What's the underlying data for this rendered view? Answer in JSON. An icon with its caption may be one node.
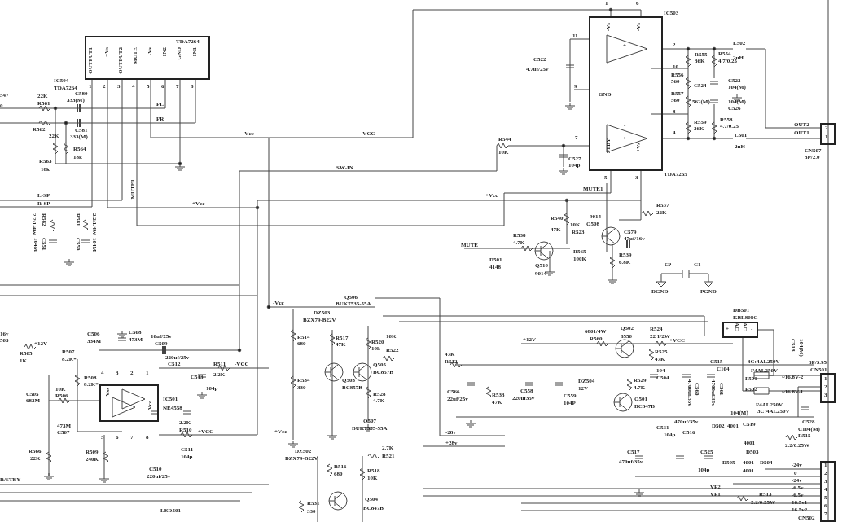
{
  "diagram": {
    "nodes": [
      {
        "text": [
          "TDA7264",
          "OUTPUT1",
          "+Vs",
          "OUTPUT2",
          "MUTE",
          "-Vs",
          "IN2",
          "GND",
          "IN1"
        ],
        "beside": [
          "IC504",
          "TDA7264"
        ]
      },
      {
        "text": [
          "-Vs",
          "-Vs",
          "GND",
          "STBY",
          "+Vs"
        ],
        "beside": [
          "IC503",
          "TDA7265"
        ]
      },
      {
        "text": [
          "2",
          "1"
        ],
        "beside": [
          "CN507",
          "3P/2.0"
        ]
      },
      {
        "text": [
          "Vss",
          "Vcc"
        ],
        "beside": [
          "IC501",
          "NE4558"
        ]
      },
      {
        "text": [
          "+",
          "AC",
          "AC",
          "-"
        ],
        "beside": [
          "DB501",
          "KBL808G"
        ]
      },
      {
        "text": [
          "1",
          "2",
          "3"
        ],
        "beside": [
          "3P/3.95",
          "CN501"
        ]
      },
      {
        "text": [
          "1",
          "2",
          "3",
          "4",
          "5",
          "6",
          "7"
        ],
        "beside": [
          "CN502"
        ]
      }
    ],
    "edges": [
      {
        "from": 0,
        "to": 1,
        "arrow": "none"
      },
      {
        "from": 0,
        "to": 1,
        "arrow": "none"
      },
      {
        "from": 0,
        "to": 1,
        "arrow": "none"
      }
    ],
    "labels": [
      "547",
      "0",
      "22K",
      "R561",
      "C580",
      "1",
      "2",
      "3",
      "4",
      "5",
      "6",
      "7",
      "8",
      "333(M)",
      "FL",
      "R562",
      "FR",
      "22K",
      "C581",
      "333(M)",
      "R564",
      "18k",
      "R563",
      "18k",
      "-Vcc",
      "-VCC",
      "C522",
      "4.7uf/25v",
      "R544",
      "10K",
      "C527",
      "104p",
      "SW-IN",
      "1",
      "6",
      "11",
      "+",
      "-",
      "2",
      "R555",
      "36K",
      "R554",
      "4.7/0.25",
      "L502",
      "2uH",
      "10",
      "R556",
      "560",
      "C523",
      "104(M)",
      "C524",
      "9",
      "R557",
      "560",
      "562(M)",
      "104(M)",
      "C526",
      "8",
      "R559",
      "36K",
      "R558",
      "4.7/0.25",
      "-",
      "OUT2",
      "OUT1",
      "4",
      "L501",
      "+",
      "7",
      "2uH",
      "5",
      "3",
      "MUTE1",
      "+Vcc",
      "L-SP",
      "R-SP",
      "+Vcc",
      "MUTE1",
      "R537",
      "22K",
      "9014",
      "R540",
      "Q508",
      "2.2/1/4W",
      "R582",
      "R581",
      "2.2/1/4W",
      "10K",
      "47K",
      "R523",
      "C579",
      "47uf/16v",
      "R538",
      "C551",
      "104M",
      "C550",
      "104M",
      "4.7K",
      "MUTE",
      "R565",
      "R539",
      "D501",
      "100K",
      "6.8K",
      "C?",
      "C1",
      "Q510",
      "4148",
      "9014",
      "DGND",
      "PGND",
      "Q506",
      "-Vcc",
      "BUK7535-55A",
      "DZ503",
      "BZX79-B22V",
      "6801/4W",
      "Q502",
      "R524",
      "16v",
      "C508",
      "C506",
      "10uf/25v",
      "R514",
      "R517",
      "8550",
      "22 1/2W",
      "R560",
      "503",
      "473M",
      "C509",
      "334M",
      "680",
      "47K",
      "+12V",
      "+12V",
      "R520",
      "10K",
      "+VCC",
      "10k",
      "R522",
      "R507",
      "R505",
      "R525",
      "47K",
      "220uf/25v",
      "8.2K*",
      "1K",
      "47K",
      "R512",
      "C515",
      "3C:4AL250V",
      "C512",
      "R511",
      "-VCC",
      "Q505",
      "104",
      "C104",
      "F4AL250V",
      "4",
      "3",
      "2",
      "1",
      "BC857B",
      "2.2K",
      "C513",
      "C504",
      "R508",
      "F501",
      "~16.8V-2",
      "R534",
      "Q503",
      "R529",
      "DZ504",
      "8.2K*",
      "330",
      "BC857B",
      "4.7K",
      "12V",
      "C560",
      "4700uf/35v",
      "C561",
      "4700uf/35v",
      "F502",
      "104p",
      "10K",
      "~16.8V-1",
      "C558",
      "C566",
      "C505",
      "R506",
      "R528",
      "R533",
      "C559",
      "220uf35v",
      "22uf/25v",
      "Q501",
      "683M",
      "4.7K",
      "47K",
      "104P",
      "F4AL250V",
      "BC847B",
      "3C:4AL250V",
      "104(M)",
      "C528",
      "470uf/35v",
      "Q507",
      "2.2K",
      "C531",
      "D502",
      "4001",
      "C519",
      "473M",
      "C104(M)",
      "BUK7535-55A",
      "R510",
      "+VCC",
      "+Vcc",
      "C516",
      "C507",
      "104p",
      "-28v",
      "5",
      "6",
      "7",
      "8",
      "R515",
      "4001",
      "+28v",
      "2.2/0.25W",
      "2.7K",
      "R566",
      "R509",
      "C511",
      "DZ502",
      "D503",
      "C525",
      "C517",
      "R521",
      "104p",
      "BZX79-B22V",
      "22K",
      "240K",
      "470uf/35v",
      "D505",
      "4001",
      "D504",
      "-24v",
      "R516",
      "C510",
      "104p",
      "4001",
      "R518",
      "0",
      "680",
      "220uf/25v",
      "10K",
      "R/STBY",
      "-24v",
      "-6.5v",
      "VF2",
      "-6.5v",
      "VF1",
      "R513",
      "Q504",
      "2.2/0.25W",
      "16.5v1",
      "R531",
      "BC847B",
      "LED501",
      "16.5v2",
      "330",
      "C518",
      "104(M)"
    ]
  }
}
